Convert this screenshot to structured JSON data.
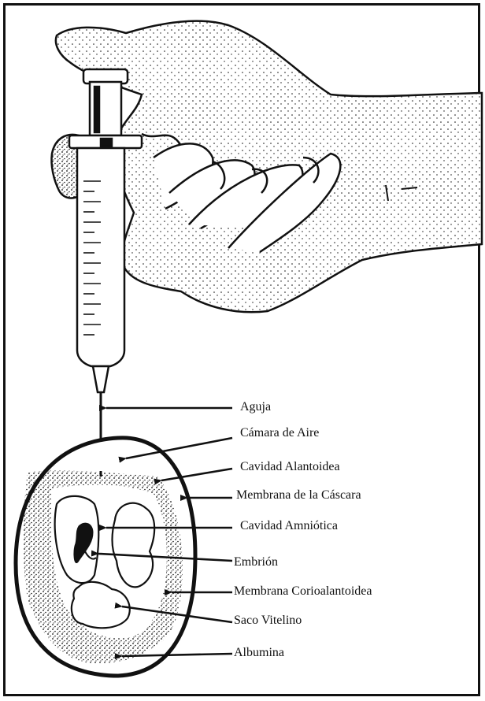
{
  "labels": {
    "aguja": "Aguja",
    "camara_aire": "Cámara de Aire",
    "cavidad_alantoidea": "Cavidad Alantoidea",
    "membrana_cascara": "Membrana de la Cáscara",
    "cavidad_amniotica": "Cavidad Amniótica",
    "embrion": "Embrión",
    "membrana_corioalantoidea": "Membrana Corioalantoidea",
    "saco_vitelino": "Saco Vitelino",
    "albumina": "Albumina"
  },
  "colors": {
    "ink": "#111111",
    "paper": "#ffffff"
  }
}
